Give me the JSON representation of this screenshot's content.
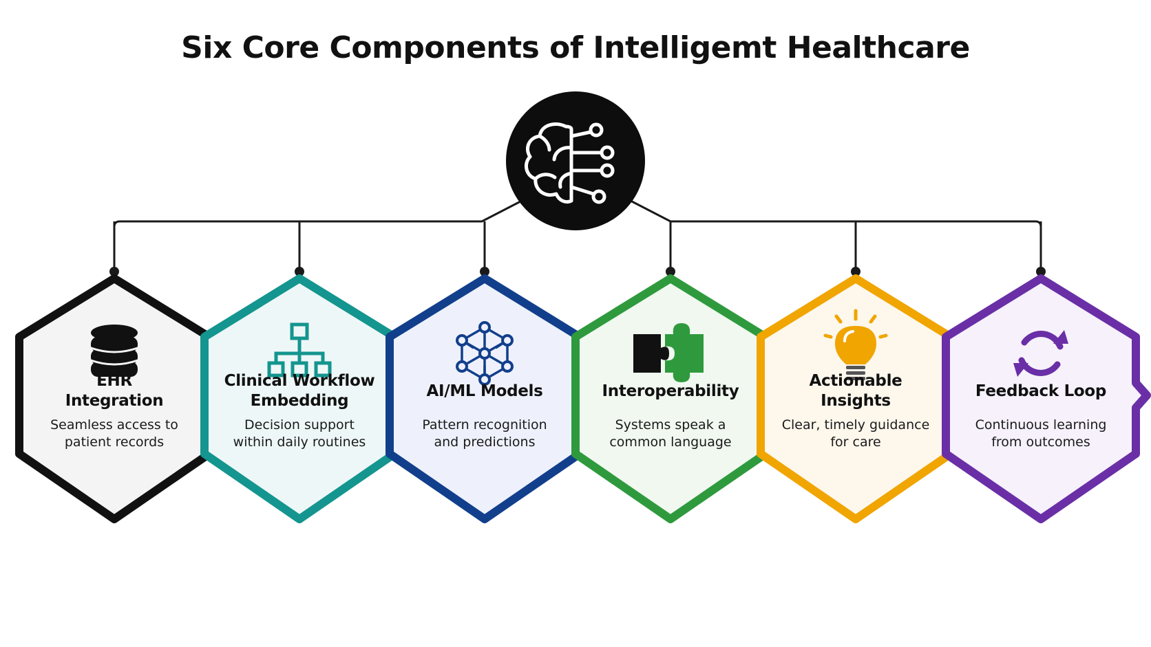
{
  "title": "Six Core Components of Intelligemt Healthcare",
  "hub": {
    "icon": "brain-circuit-icon",
    "color": "#0d0d0d"
  },
  "components": [
    {
      "name": "ehr",
      "title": "EHR\nIntegration",
      "description": "Seamless access to\npatient records",
      "icon": "database-icon",
      "color": "#111111",
      "fill": "#f4f4f4"
    },
    {
      "name": "workflow",
      "title": "Clinical Workflow\nEmbedding",
      "description": "Decision support\nwithin daily routines",
      "icon": "flowchart-icon",
      "color": "#14958f",
      "fill": "#eef7f7"
    },
    {
      "name": "aiml",
      "title": "AI/ML Models",
      "description": "Pattern recognition\nand predictions",
      "icon": "neural-network-icon",
      "color": "#123f8c",
      "fill": "#eef1fb"
    },
    {
      "name": "interop",
      "title": "Interoperability",
      "description": "Systems speak a\ncommon language",
      "icon": "puzzle-icon",
      "color": "#2f9a3d",
      "fill": "#f0f8f0"
    },
    {
      "name": "insights",
      "title": "Actionable\nInsights",
      "description": "Clear, timely guidance\nfor care",
      "icon": "lightbulb-icon",
      "color": "#f0a500",
      "fill": "#fdf7ec"
    },
    {
      "name": "feedback",
      "title": "Feedback Loop",
      "description": "Continuous learning\nfrom outcomes",
      "icon": "refresh-icon",
      "color": "#6a2fa6",
      "fill": "#f6f1fb"
    }
  ]
}
